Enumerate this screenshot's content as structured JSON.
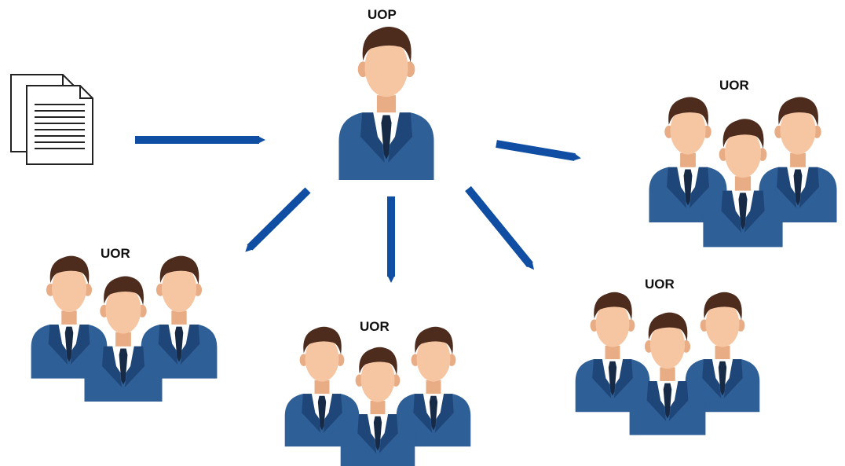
{
  "labels": {
    "source": "UOP",
    "group_top_right": "UOR",
    "group_left": "UOR",
    "group_center": "UOR",
    "group_bottom_right": "UOR"
  },
  "colors": {
    "arrow": "#0f4ea3",
    "suit": "#2f5f97",
    "suit_dark": "#1f4679",
    "hair": "#4d2c1e",
    "skin": "#f6c6a3",
    "ear": "#e9ad86",
    "shirt": "#ffffff",
    "tie": "#172b47"
  },
  "icons": [
    "documents-icon",
    "person-icon",
    "people-group-icon",
    "arrow-icon"
  ]
}
